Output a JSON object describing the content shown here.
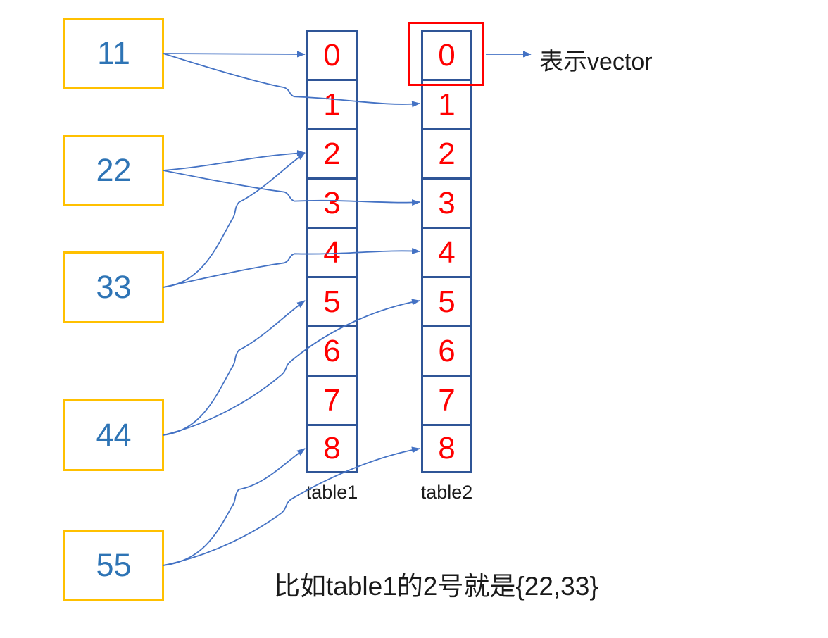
{
  "diagram": {
    "value_boxes": [
      {
        "label": "11"
      },
      {
        "label": "22"
      },
      {
        "label": "33"
      },
      {
        "label": "44"
      },
      {
        "label": "55"
      }
    ],
    "tables": [
      {
        "name": "table1",
        "cells": [
          "0",
          "1",
          "2",
          "3",
          "4",
          "5",
          "6",
          "7",
          "8"
        ]
      },
      {
        "name": "table2",
        "cells": [
          "0",
          "1",
          "2",
          "3",
          "4",
          "5",
          "6",
          "7",
          "8"
        ]
      }
    ],
    "connections": [
      {
        "from": "11",
        "table1_slot": 0,
        "table2_slot": 1
      },
      {
        "from": "22",
        "table1_slot": 2,
        "table2_slot": 3
      },
      {
        "from": "33",
        "table1_slot": 2,
        "table2_slot": 4
      },
      {
        "from": "44",
        "table1_slot": 5,
        "table2_slot": 5
      },
      {
        "from": "55",
        "table1_slot": 8,
        "table2_slot": 8
      }
    ],
    "highlight": {
      "table": "table2",
      "slot": "0",
      "note": "表示vector"
    },
    "example_note": "比如table1的2号就是{22,33}",
    "colors": {
      "box_border": "#FFC000",
      "box_text": "#2E74B5",
      "table_border": "#2F5597",
      "cell_number": "#FF0000",
      "arrow": "#4472C4",
      "highlight": "#FF0000",
      "text": "#1A1A1A"
    }
  }
}
